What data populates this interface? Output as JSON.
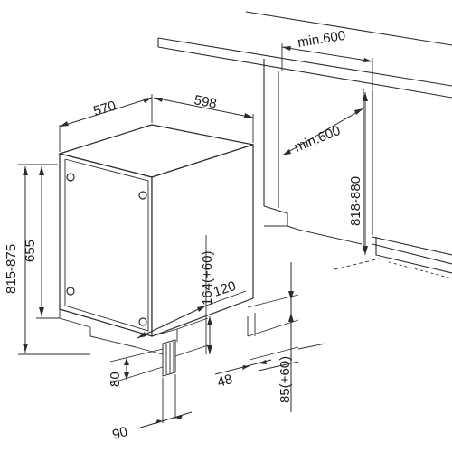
{
  "dimensions": {
    "depth": "570",
    "width": "598",
    "niche_width_top": "min.600",
    "niche_width_side": "min.600",
    "niche_height": "818-880",
    "height_range": "815-875",
    "height_base": "655",
    "plinth_height": "164(+60)",
    "plinth_offset": "120",
    "plinth_depth": "80",
    "foot_width": "90",
    "toe_kick_depth": "48",
    "toe_kick_height": "85(+60)"
  }
}
